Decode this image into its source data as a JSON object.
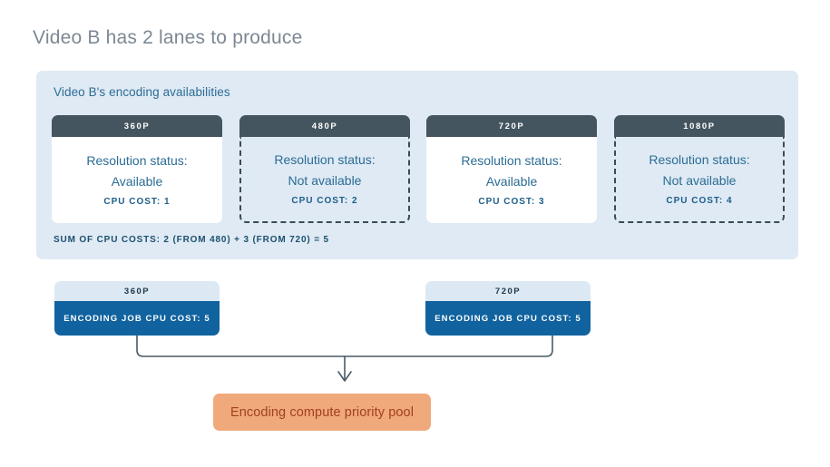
{
  "page": {
    "title": "Video B has 2 lanes to produce",
    "background": "#ffffff",
    "title_color": "#7c8894"
  },
  "availability_panel": {
    "label": "Video B's encoding availabilities",
    "background": "#dfeaf4",
    "label_color": "#2c6c95",
    "status_label": "Resolution status:",
    "cards": [
      {
        "resolution": "360P",
        "status": "Available",
        "cost_text": "CPU COST: 1",
        "cost": 1,
        "available": true,
        "style": "solid"
      },
      {
        "resolution": "480P",
        "status": "Not available",
        "cost_text": "CPU COST: 2",
        "cost": 2,
        "available": false,
        "style": "dashed"
      },
      {
        "resolution": "720P",
        "status": "Available",
        "cost_text": "CPU COST: 3",
        "cost": 3,
        "available": true,
        "style": "solid"
      },
      {
        "resolution": "1080P",
        "status": "Not available",
        "cost_text": "CPU COST: 4",
        "cost": 4,
        "available": false,
        "style": "dashed"
      }
    ],
    "sum_line": "SUM OF CPU COSTS: 2 (FROM 480) + 3 (FROM 720) = 5",
    "header_color": "#44555f",
    "card_body_color": "#ffffff"
  },
  "encoding_jobs": {
    "jobs": [
      {
        "resolution": "360P",
        "job_text": "ENCODING JOB CPU COST: 5",
        "cost": 5
      },
      {
        "resolution": "720P",
        "job_text": "ENCODING JOB CPU COST: 5",
        "cost": 5
      }
    ],
    "header_color": "#dce9f4",
    "body_color": "#11639f"
  },
  "connector": {
    "arrow_color": "#4a5a65",
    "icon": "down-arrow-icon"
  },
  "priority_pool": {
    "label": "Encoding compute priority pool",
    "background": "#efa97a",
    "text_color": "#a33f22"
  }
}
